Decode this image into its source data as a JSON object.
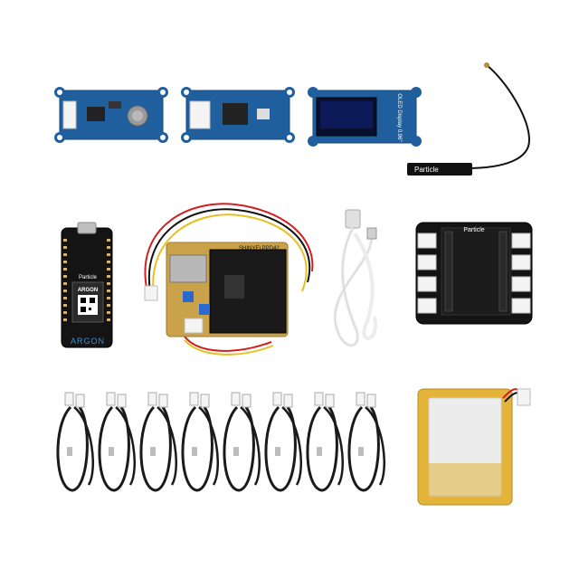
{
  "scene": {
    "background": "#ffffff",
    "colors": {
      "grove_blue": "#1f5f9e",
      "pcb_black": "#141414",
      "pcb_tan": "#c9a24a",
      "battery_yellow": "#e4b43a",
      "cable_white": "#f0f0f0"
    }
  },
  "labels": {
    "argon_brand": "Particle",
    "argon_name": "ARGON",
    "argon_footer": "ARGON",
    "antenna_brand": "Particle",
    "featherwing_brand": "Particle",
    "dust_model": "SHINYEI PPD42",
    "oled_label": "OLED Display 0.96\""
  },
  "items": [
    {
      "id": "air-quality-sensor",
      "icon": "grove-board"
    },
    {
      "id": "temp-humidity-sensor",
      "icon": "grove-board"
    },
    {
      "id": "oled-display",
      "icon": "grove-board"
    },
    {
      "id": "wifi-antenna",
      "icon": "antenna"
    },
    {
      "id": "argon-board",
      "icon": "microcontroller"
    },
    {
      "id": "dust-sensor",
      "icon": "sensor"
    },
    {
      "id": "usb-cable",
      "icon": "cable"
    },
    {
      "id": "grove-featherwing",
      "icon": "adapter-board"
    },
    {
      "id": "grove-cables",
      "icon": "cable",
      "count": 8
    },
    {
      "id": "lipo-battery",
      "icon": "battery"
    }
  ]
}
